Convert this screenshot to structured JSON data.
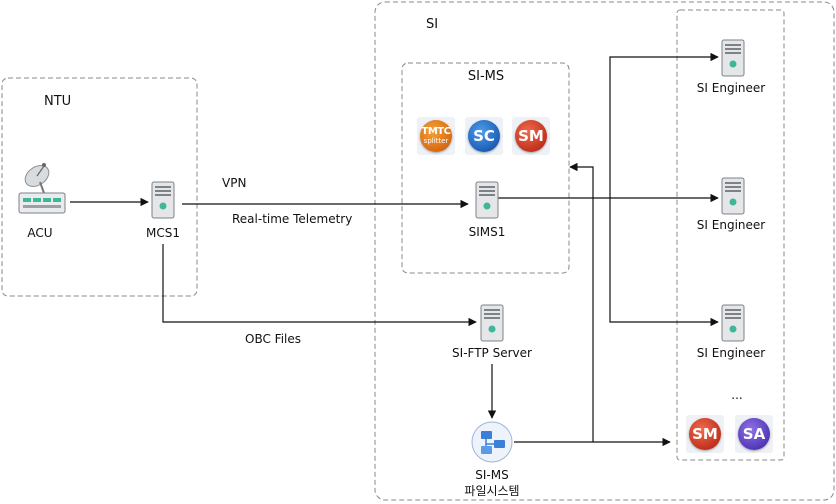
{
  "groups": {
    "ntu": "NTU",
    "si": "SI",
    "sims": "SI-MS"
  },
  "nodes": {
    "acu": "ACU",
    "mcs1": "MCS1",
    "sims1": "SIMS1",
    "ftp": "SI-FTP Server",
    "fs_line1": "SI-MS",
    "fs_line2": "파일시스템",
    "engineer1": "SI Engineer",
    "engineer2": "SI Engineer",
    "engineer3": "SI Engineer",
    "ellipsis": "..."
  },
  "links": {
    "vpn": "VPN",
    "telemetry": "Real-time Telemetry",
    "obc": "OBC Files"
  },
  "logos": {
    "tmtc_top": "TMTC",
    "tmtc_bottom": "splitter",
    "sc": "SC",
    "sm": "SM",
    "sm2": "SM",
    "sa": "SA"
  },
  "colors": {
    "frame_stroke": "#888888",
    "wire": "#111111",
    "server_body": "#e4e6e8",
    "server_led": "#3fb59a",
    "folder_blue": "#3b7fd6"
  }
}
